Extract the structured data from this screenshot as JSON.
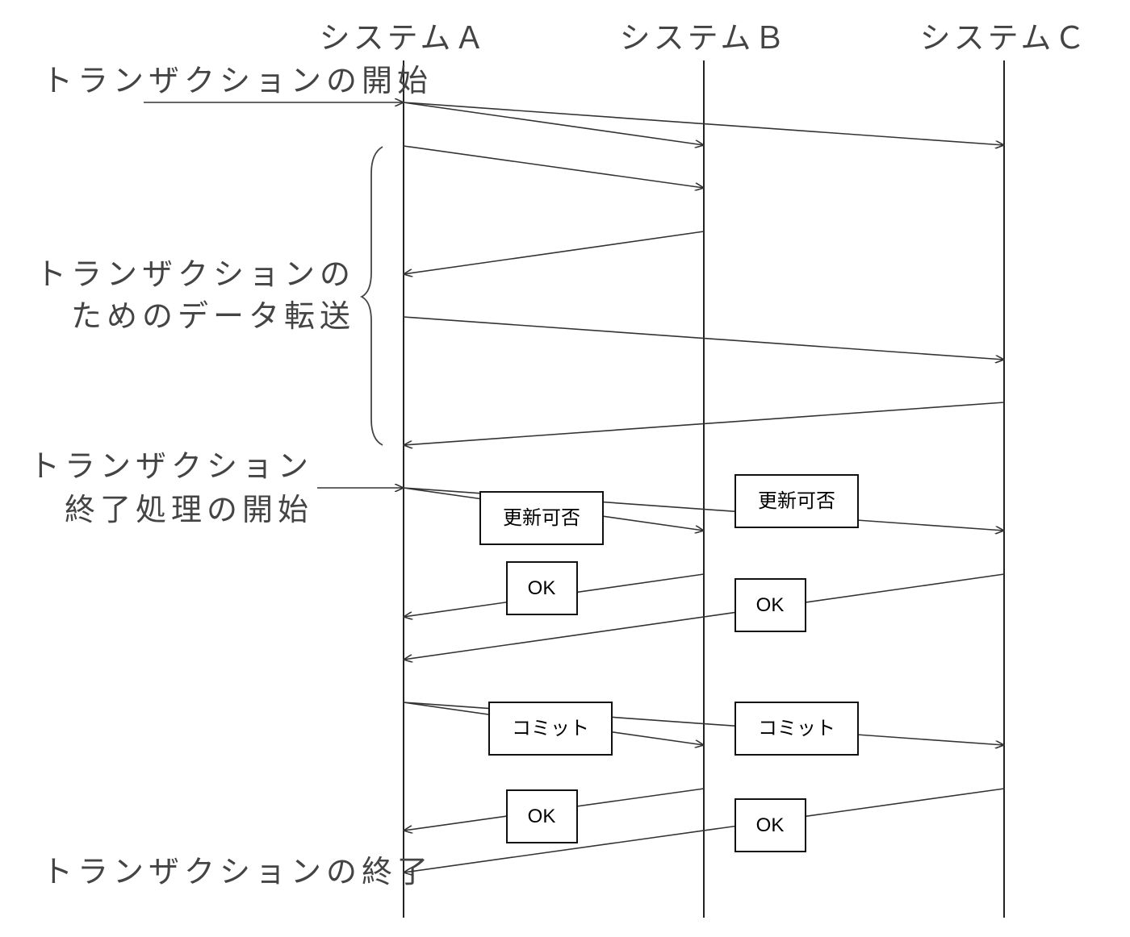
{
  "lanes": {
    "a": "システムＡ",
    "b": "システムＢ",
    "c": "システムＣ"
  },
  "labels": {
    "tx_start": "トランザクションの開始",
    "transfer_line1": "トランザクションの",
    "transfer_line2": "ためのデータ転送",
    "end_proc_line1": "トランザクション",
    "end_proc_line2": "終了処理の開始",
    "tx_end": "トランザクションの終了"
  },
  "boxes": {
    "prepare_b": "更新可否",
    "prepare_c": "更新可否",
    "ok_prepare_b": "OK",
    "ok_prepare_c": "OK",
    "commit_b": "コミット",
    "commit_c": "コミット",
    "ok_commit_b": "OK",
    "ok_commit_c": "OK"
  }
}
